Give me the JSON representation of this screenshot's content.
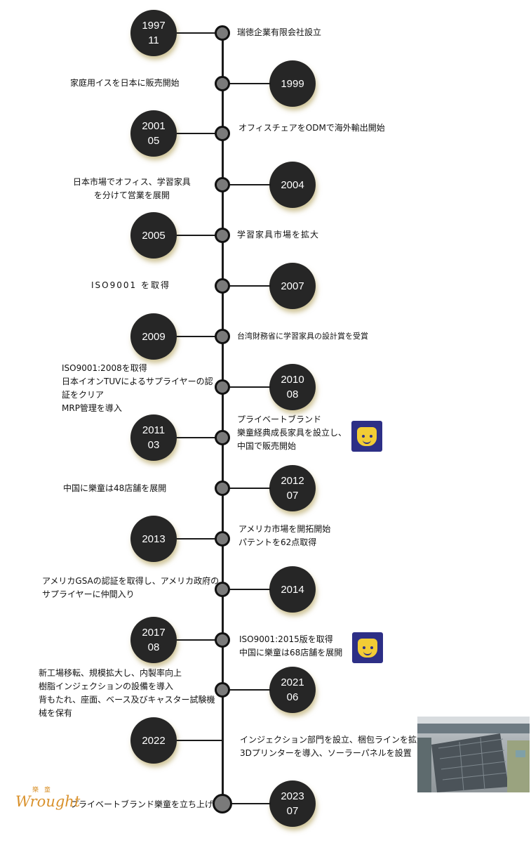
{
  "timeline": [
    {
      "year": "1997",
      "month": "11",
      "side": "left",
      "lines": [
        "瑞徳企業有限会社設立"
      ]
    },
    {
      "year": "1999",
      "month": "",
      "side": "right",
      "lines": [
        "家庭用イスを日本に販売開始"
      ]
    },
    {
      "year": "2001",
      "month": "05",
      "side": "left",
      "lines": [
        "オフィスチェアをODMで海外輸出開始"
      ]
    },
    {
      "year": "2004",
      "month": "",
      "side": "right",
      "lines": [
        "日本市場でオフィス、学習家具",
        "を分けて営業を展開"
      ]
    },
    {
      "year": "2005",
      "month": "",
      "side": "left",
      "lines": [
        "学習家具市場を拡大"
      ]
    },
    {
      "year": "2007",
      "month": "",
      "side": "right",
      "lines": [
        "ISO9001 を取得"
      ]
    },
    {
      "year": "2009",
      "month": "",
      "side": "left",
      "lines": [
        "台湾財務省に学習家具の設計賞を受賞"
      ]
    },
    {
      "year": "2010",
      "month": "08",
      "side": "right",
      "lines": [
        "ISO9001:2008を取得",
        "日本イオンTUVによるサプライヤーの認",
        "証をクリア",
        "MRP管理を導入"
      ]
    },
    {
      "year": "2011",
      "month": "03",
      "side": "left",
      "lines": [
        "プライベートブランド",
        "樂童経典成長家具を設立し、",
        "中国で販売開始"
      ]
    },
    {
      "year": "2012",
      "month": "07",
      "side": "right",
      "lines": [
        "中国に樂童は48店舗を展開"
      ]
    },
    {
      "year": "2013",
      "month": "",
      "side": "left",
      "lines": [
        "アメリカ市場を開拓開始",
        "パテントを62点取得"
      ]
    },
    {
      "year": "2014",
      "month": "",
      "side": "right",
      "lines": [
        "アメリカGSAの認証を取得し、アメリカ政府の",
        "サプライヤーに仲間入り"
      ]
    },
    {
      "year": "2017",
      "month": "08",
      "side": "left",
      "lines": [
        "ISO9001:2015版を取得",
        "中国に樂童は68店舗を展開"
      ]
    },
    {
      "year": "2021",
      "month": "06",
      "side": "right",
      "lines": [
        "新工場移転、規模拡大し、内製率向上",
        "樹脂インジェクションの設備を導入",
        "背もたれ、座面、ベース及びキャスター試験機",
        "械を保有"
      ]
    },
    {
      "year": "2022",
      "month": "",
      "side": "left",
      "lines": [
        "インジェクション部門を設立、梱包ラインを拡大、",
        "3Dプリンターを導入、ソーラーパネルを設置"
      ]
    },
    {
      "year": "2023",
      "month": "07",
      "side": "right",
      "lines": [
        "プライベートブランド樂童を立ち上げ"
      ]
    }
  ],
  "logo": {
    "top_text": "樂童",
    "main_text": "Wrought"
  },
  "mascot": {
    "name": "happy-kid-mascot"
  },
  "photo": {
    "description": "factory-roof-solar-panels"
  },
  "colors": {
    "circle": "#262626",
    "dot": "#7a7a7a",
    "logo": "#d9912b",
    "mascot_bg": "#2d2f86",
    "mascot_face": "#f2cc35"
  }
}
